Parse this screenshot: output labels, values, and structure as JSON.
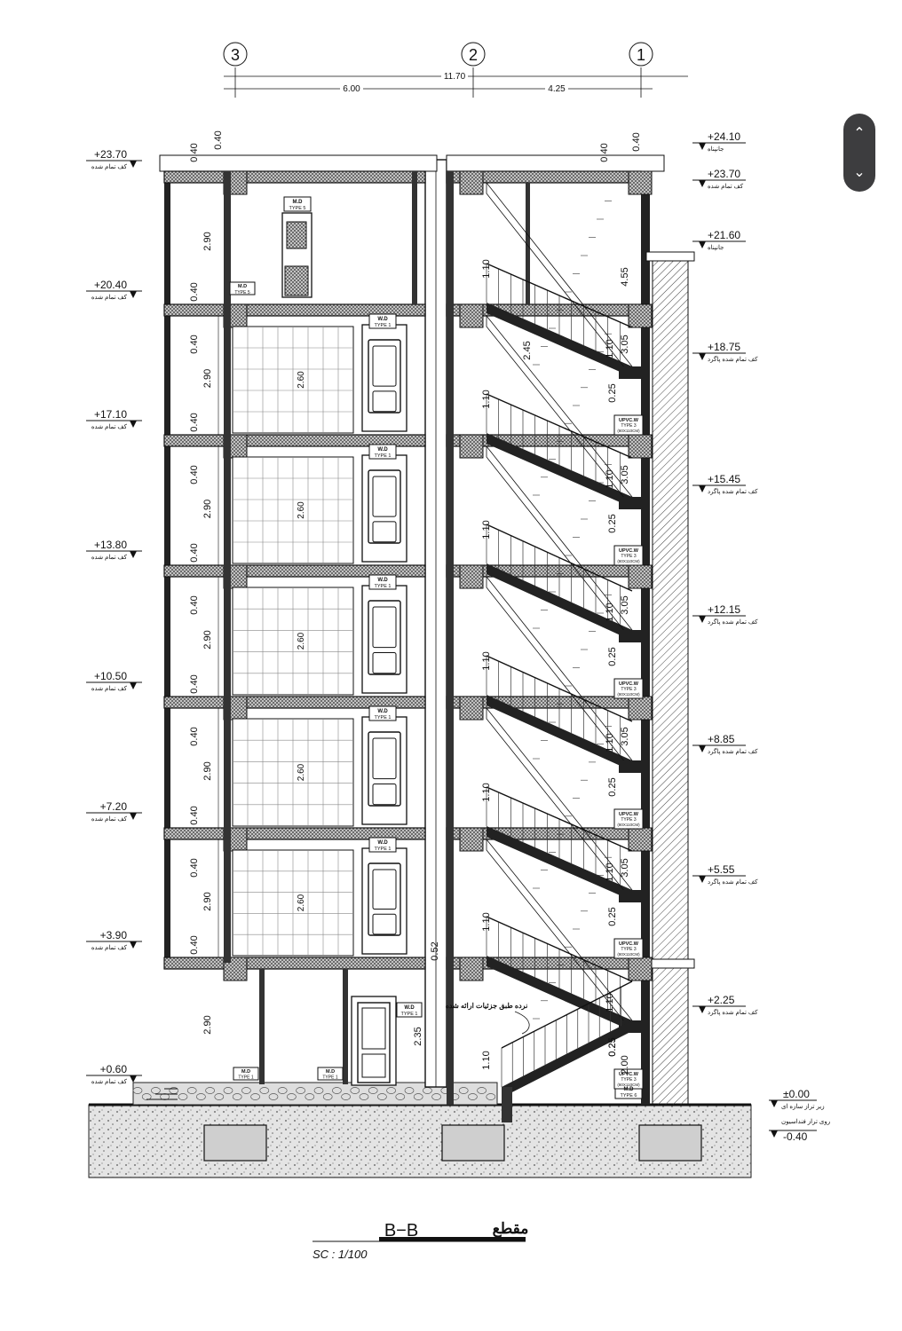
{
  "grid": {
    "axes": [
      {
        "label": "3"
      },
      {
        "label": "2"
      },
      {
        "label": "1"
      }
    ],
    "overall": "11.70",
    "spans": [
      "6.00",
      "4.25"
    ]
  },
  "left_levels": [
    {
      "value": "+23.70",
      "note": "کف تمام شده"
    },
    {
      "value": "+20.40",
      "note": "کف تمام شده"
    },
    {
      "value": "+17.10",
      "note": "کف تمام شده"
    },
    {
      "value": "+13.80",
      "note": "کف تمام شده"
    },
    {
      "value": "+10.50",
      "note": "کف تمام شده"
    },
    {
      "value": "+7.20",
      "note": "کف تمام شده"
    },
    {
      "value": "+3.90",
      "note": "کف تمام شده"
    },
    {
      "value": "+0.60",
      "note": "کف تمام شده"
    }
  ],
  "right_levels": [
    {
      "value": "+24.10",
      "note": "جانپناه"
    },
    {
      "value": "+23.70",
      "note": "کف تمام شده"
    },
    {
      "value": "+21.60",
      "note": "جانپناه"
    },
    {
      "value": "+18.75",
      "note": "کف تمام شده پاگرد"
    },
    {
      "value": "+15.45",
      "note": "کف تمام شده پاگرد"
    },
    {
      "value": "+12.15",
      "note": "کف تمام شده پاگرد"
    },
    {
      "value": "+8.85",
      "note": "کف تمام شده پاگرد"
    },
    {
      "value": "+5.55",
      "note": "کف تمام شده پاگرد"
    },
    {
      "value": "+2.25",
      "note": "کف تمام شده پاگرد"
    }
  ],
  "ground_levels": [
    {
      "value": "±0.00",
      "note": "زیر تراز سازه ای"
    },
    {
      "value": "-0.40",
      "note": "روی تراز فنداسیون"
    }
  ],
  "dims": {
    "slab": "0.40",
    "floor_height": "2.90",
    "wall_panel": "2.60",
    "stair_rise": "3.05",
    "rail": "1.10",
    "landing": "0.25",
    "top_stair": "4.55",
    "top_flight": "2.45",
    "ground_door": "2.35",
    "ground_beam": "0.52",
    "ground_stair": "2.00"
  },
  "tags": {
    "wd": "W.D",
    "wd_type": "TYPE 1",
    "md": "M.D",
    "md_type": "TYPE 5",
    "md_type_b": "TYPE 6",
    "window": "UPVC.W",
    "window_type": "TYPE 3",
    "window_size": "(80X110CM)"
  },
  "notes": {
    "rail_detail": "نرده طبق جزئیات ارائه شده"
  },
  "title": {
    "label": "B−B",
    "section_word": "مقطع",
    "scale": "SC :   1/100"
  },
  "ui": {
    "up": "⌃",
    "down": "⌄"
  }
}
